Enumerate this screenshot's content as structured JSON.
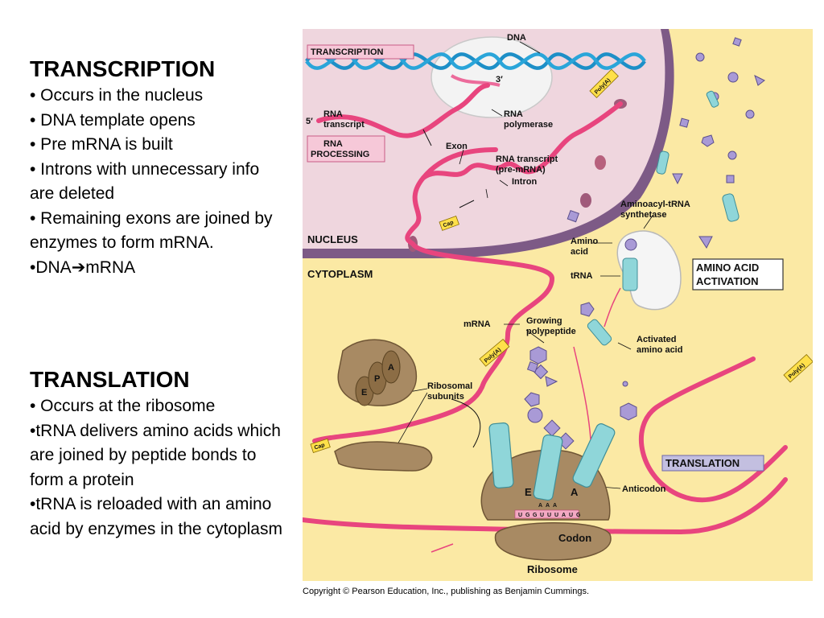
{
  "notes": {
    "transcription": {
      "title": "TRANSCRIPTION",
      "bullets": [
        "• Occurs in the nucleus",
        "• DNA template opens",
        "• Pre mRNA is built",
        "• Introns with unnecessary info are deleted",
        "• Remaining exons are joined by enzymes to form mRNA.",
        "•DNA➔mRNA"
      ]
    },
    "translation": {
      "title": "TRANSLATION",
      "bullets": [
        "• Occurs at the ribosome",
        "•tRNA delivers amino acids which are joined by peptide bonds to form a protein",
        "•tRNA is reloaded with an amino acid by enzymes in the cytoplasm"
      ]
    }
  },
  "figure": {
    "stage_labels": {
      "transcription": "TRANSCRIPTION",
      "rna_processing_1": "RNA",
      "rna_processing_2": "PROCESSING",
      "amino_acid_activation_1": "AMINO ACID",
      "amino_acid_activation_2": "ACTIVATION",
      "translation": "TRANSLATION"
    },
    "region_labels": {
      "nucleus": "NUCLEUS",
      "cytoplasm": "CYTOPLASM"
    },
    "labels": {
      "dna": "DNA",
      "three_prime": "3′",
      "five_prime": "5′",
      "rna_transcript_1": "RNA",
      "rna_transcript_2": "transcript",
      "rna_polymerase_1": "RNA",
      "rna_polymerase_2": "polymerase",
      "exon": "Exon",
      "pre_mrna_1": "RNA transcript",
      "pre_mrna_2": "(pre-mRNA)",
      "intron": "Intron",
      "synthetase_1": "Aminoacyl-tRNA",
      "synthetase_2": "synthetase",
      "amino_acid_1": "Amino",
      "amino_acid_2": "acid",
      "trna": "tRNA",
      "mrna": "mRNA",
      "growing_1": "Growing",
      "growing_2": "polypeptide",
      "activated_1": "Activated",
      "activated_2": "amino acid",
      "ribosomal_1": "Ribosomal",
      "ribosomal_2": "subunits",
      "anticodon": "Anticodon",
      "codon": "Codon",
      "ribosome": "Ribosome",
      "site_a": "A",
      "site_p": "P",
      "site_e": "E"
    },
    "tags": {
      "poly_a": "Poly(A)",
      "cap": "Cap"
    },
    "codon_letters": [
      "U",
      "G",
      "G",
      "U",
      "U",
      "U",
      "A",
      "U",
      "G"
    ],
    "anticodon_letters": [
      "A",
      "A",
      "A"
    ]
  },
  "copyright": "Copyright © Pearson Education, Inc., publishing as Benjamin Cummings."
}
